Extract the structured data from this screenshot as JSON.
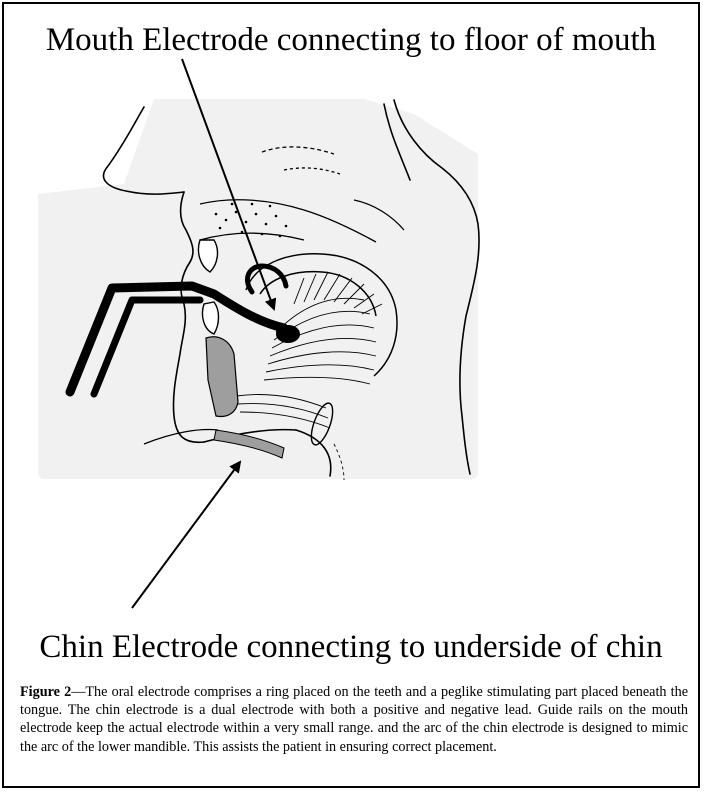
{
  "figure": {
    "top_label": "Mouth Electrode connecting to floor of mouth",
    "bottom_label": "Chin Electrode connecting to underside of chin",
    "caption_label": "Figure 2",
    "caption_text": "—The oral electrode comprises a ring placed on the teeth and a peglike stimulating part placed beneath the tongue. The chin electrode is a dual electrode with both a positive and negative lead. Guide rails on the mouth electrode keep the actual electrode within a very small range. and the arc of the chin electrode is designed to mimic the arc of the lower mandible. This assists the patient in ensuring correct placement."
  },
  "colors": {
    "ink": "#000000",
    "electrode_gray": "#9e9e9e",
    "background": "#ffffff"
  },
  "icons": {
    "illustration": "sagittal-head-section-drawing",
    "pointer": "arrow-icon"
  }
}
